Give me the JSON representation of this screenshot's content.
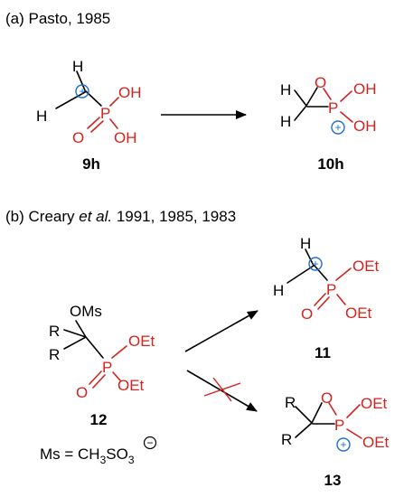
{
  "part_a": {
    "label": "(a) Pasto, 1985",
    "compound_9h": {
      "number": "9h",
      "atoms": {
        "h_top": "H",
        "h_left": "H",
        "p": "P",
        "oh_top": "OH",
        "o": "O",
        "oh_bottom": "OH"
      },
      "charge": "+"
    },
    "compound_10h": {
      "number": "10h",
      "atoms": {
        "h_top": "H",
        "h_bottom": "H",
        "o_ring": "O",
        "p": "P",
        "oh_top": "OH",
        "oh_bottom": "OH"
      },
      "charge": "+"
    }
  },
  "part_b": {
    "label_prefix": "(b) Creary ",
    "label_italic": "et al.",
    "label_suffix": " 1991, 1985, 1983",
    "compound_12": {
      "number": "12",
      "atoms": {
        "oms": "OMs",
        "r_top": "R",
        "r_bottom": "R",
        "p": "P",
        "oet_top": "OEt",
        "o": "O",
        "oet_bottom": "OEt"
      }
    },
    "compound_11": {
      "number": "11",
      "atoms": {
        "h_top": "H",
        "h_left": "H",
        "p": "P",
        "oet_top": "OEt",
        "o": "O",
        "oet_bottom": "OEt"
      },
      "charge": "+"
    },
    "compound_13": {
      "number": "13",
      "atoms": {
        "r_top": "R",
        "r_bottom": "R",
        "o_ring": "O",
        "p": "P",
        "oet_top": "OEt",
        "oet_bottom": "OEt"
      },
      "charge": "+"
    },
    "ms_definition": {
      "prefix": "Ms = CH",
      "sub1": "3",
      "mid": "SO",
      "sub2": "3",
      "charge": "−"
    }
  },
  "colors": {
    "heteroatom": "#d2231e",
    "charge": "#1f6fd1",
    "text": "#000000"
  }
}
